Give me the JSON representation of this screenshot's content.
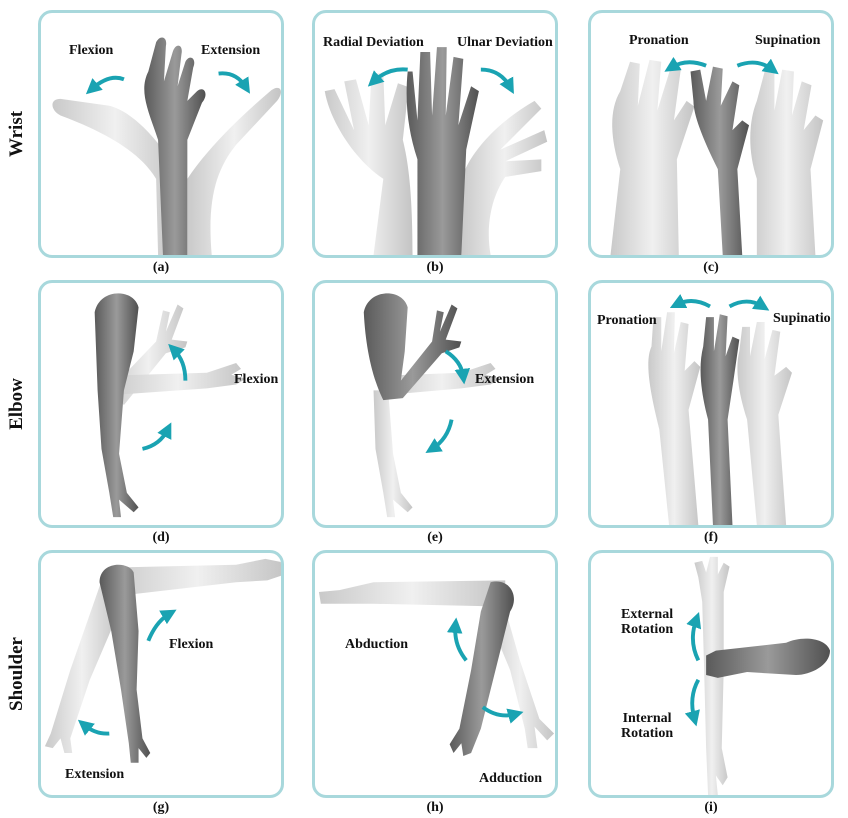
{
  "rows": {
    "wrist": "Wrist",
    "elbow": "Elbow",
    "shoulder": "Shoulder"
  },
  "panels": {
    "a": {
      "caption": "(a)",
      "labels": [
        "Flexion",
        "Extension"
      ]
    },
    "b": {
      "caption": "(b)",
      "labels": [
        "Radial Deviation",
        "Ulnar Deviation"
      ]
    },
    "c": {
      "caption": "(c)",
      "labels": [
        "Pronation",
        "Supination"
      ]
    },
    "d": {
      "caption": "(d)",
      "labels": [
        "Flexion"
      ]
    },
    "e": {
      "caption": "(e)",
      "labels": [
        "Extension"
      ]
    },
    "f": {
      "caption": "(f)",
      "labels": [
        "Pronation",
        "Supination"
      ]
    },
    "g": {
      "caption": "(g)",
      "labels": [
        "Flexion",
        "Extension"
      ]
    },
    "h": {
      "caption": "(h)",
      "labels": [
        "Abduction",
        "Adduction"
      ]
    },
    "i": {
      "caption": "(i)",
      "labels": [
        "External",
        "Rotation",
        "Internal",
        "Rotation"
      ]
    }
  },
  "colors": {
    "border": "#a8d8dc",
    "arrow": "#1aa3b2",
    "limb_dark": "#6f6f6f",
    "limb_light": "#d6d6d6"
  }
}
